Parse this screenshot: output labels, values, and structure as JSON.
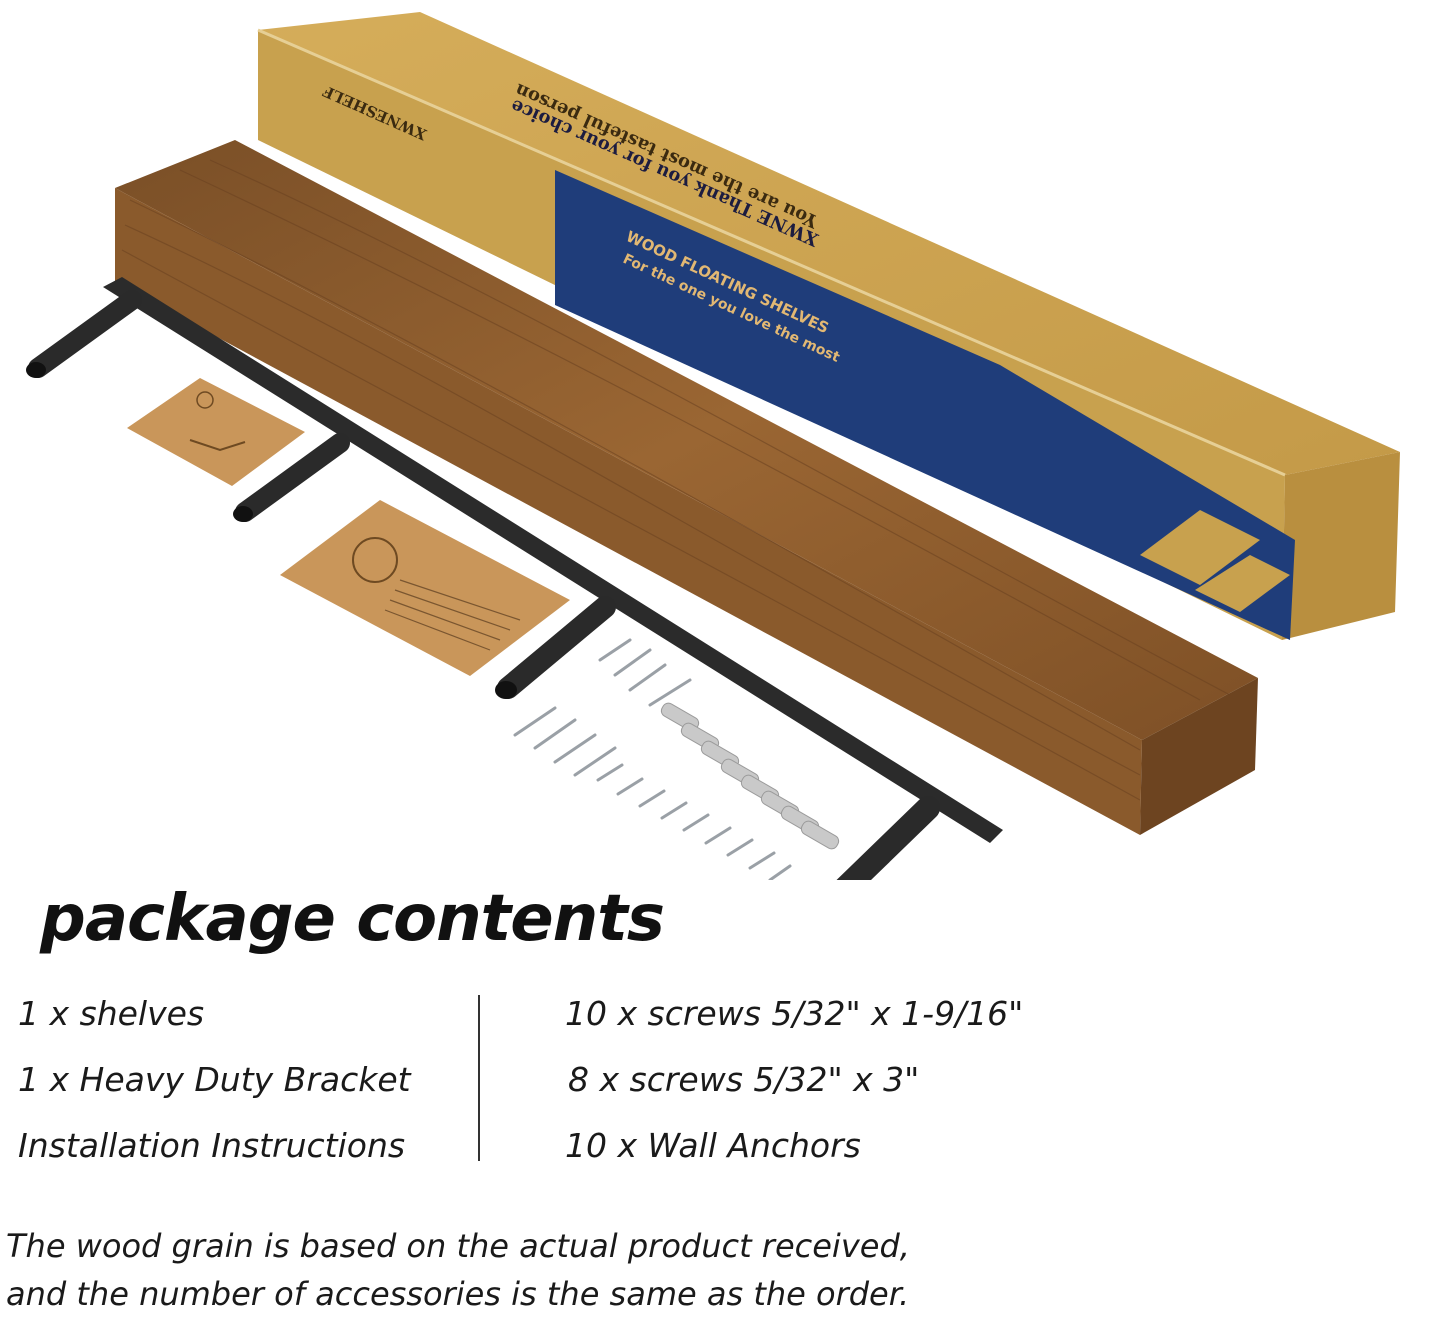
{
  "box": {
    "brand": "XWNESHELF",
    "thanks_line_1": "XWNE Thank you for your choice",
    "thanks_line_2": "You are the most tasteful person",
    "product_line": "WOOD FLOATING SHELVES",
    "tagline": "For the one you love the most"
  },
  "heading": "package contents",
  "contents_left": [
    "1 x shelves",
    "1 x Heavy Duty Bracket",
    "Installation Instructions"
  ],
  "contents_right": [
    "10  x screws 5/32\" x 1-9/16\"",
    "8 x screws 5/32\" x 3\"",
    "10  x Wall Anchors"
  ],
  "note_line_1": "The wood grain is based on the actual product received,",
  "note_line_2": "and the number of accessories is the same as the order.",
  "colors": {
    "cardboard": "#c9a24e",
    "box_blue": "#1f3d7a",
    "wood": "#8a5a2c",
    "bracket": "#2b2b2b"
  }
}
